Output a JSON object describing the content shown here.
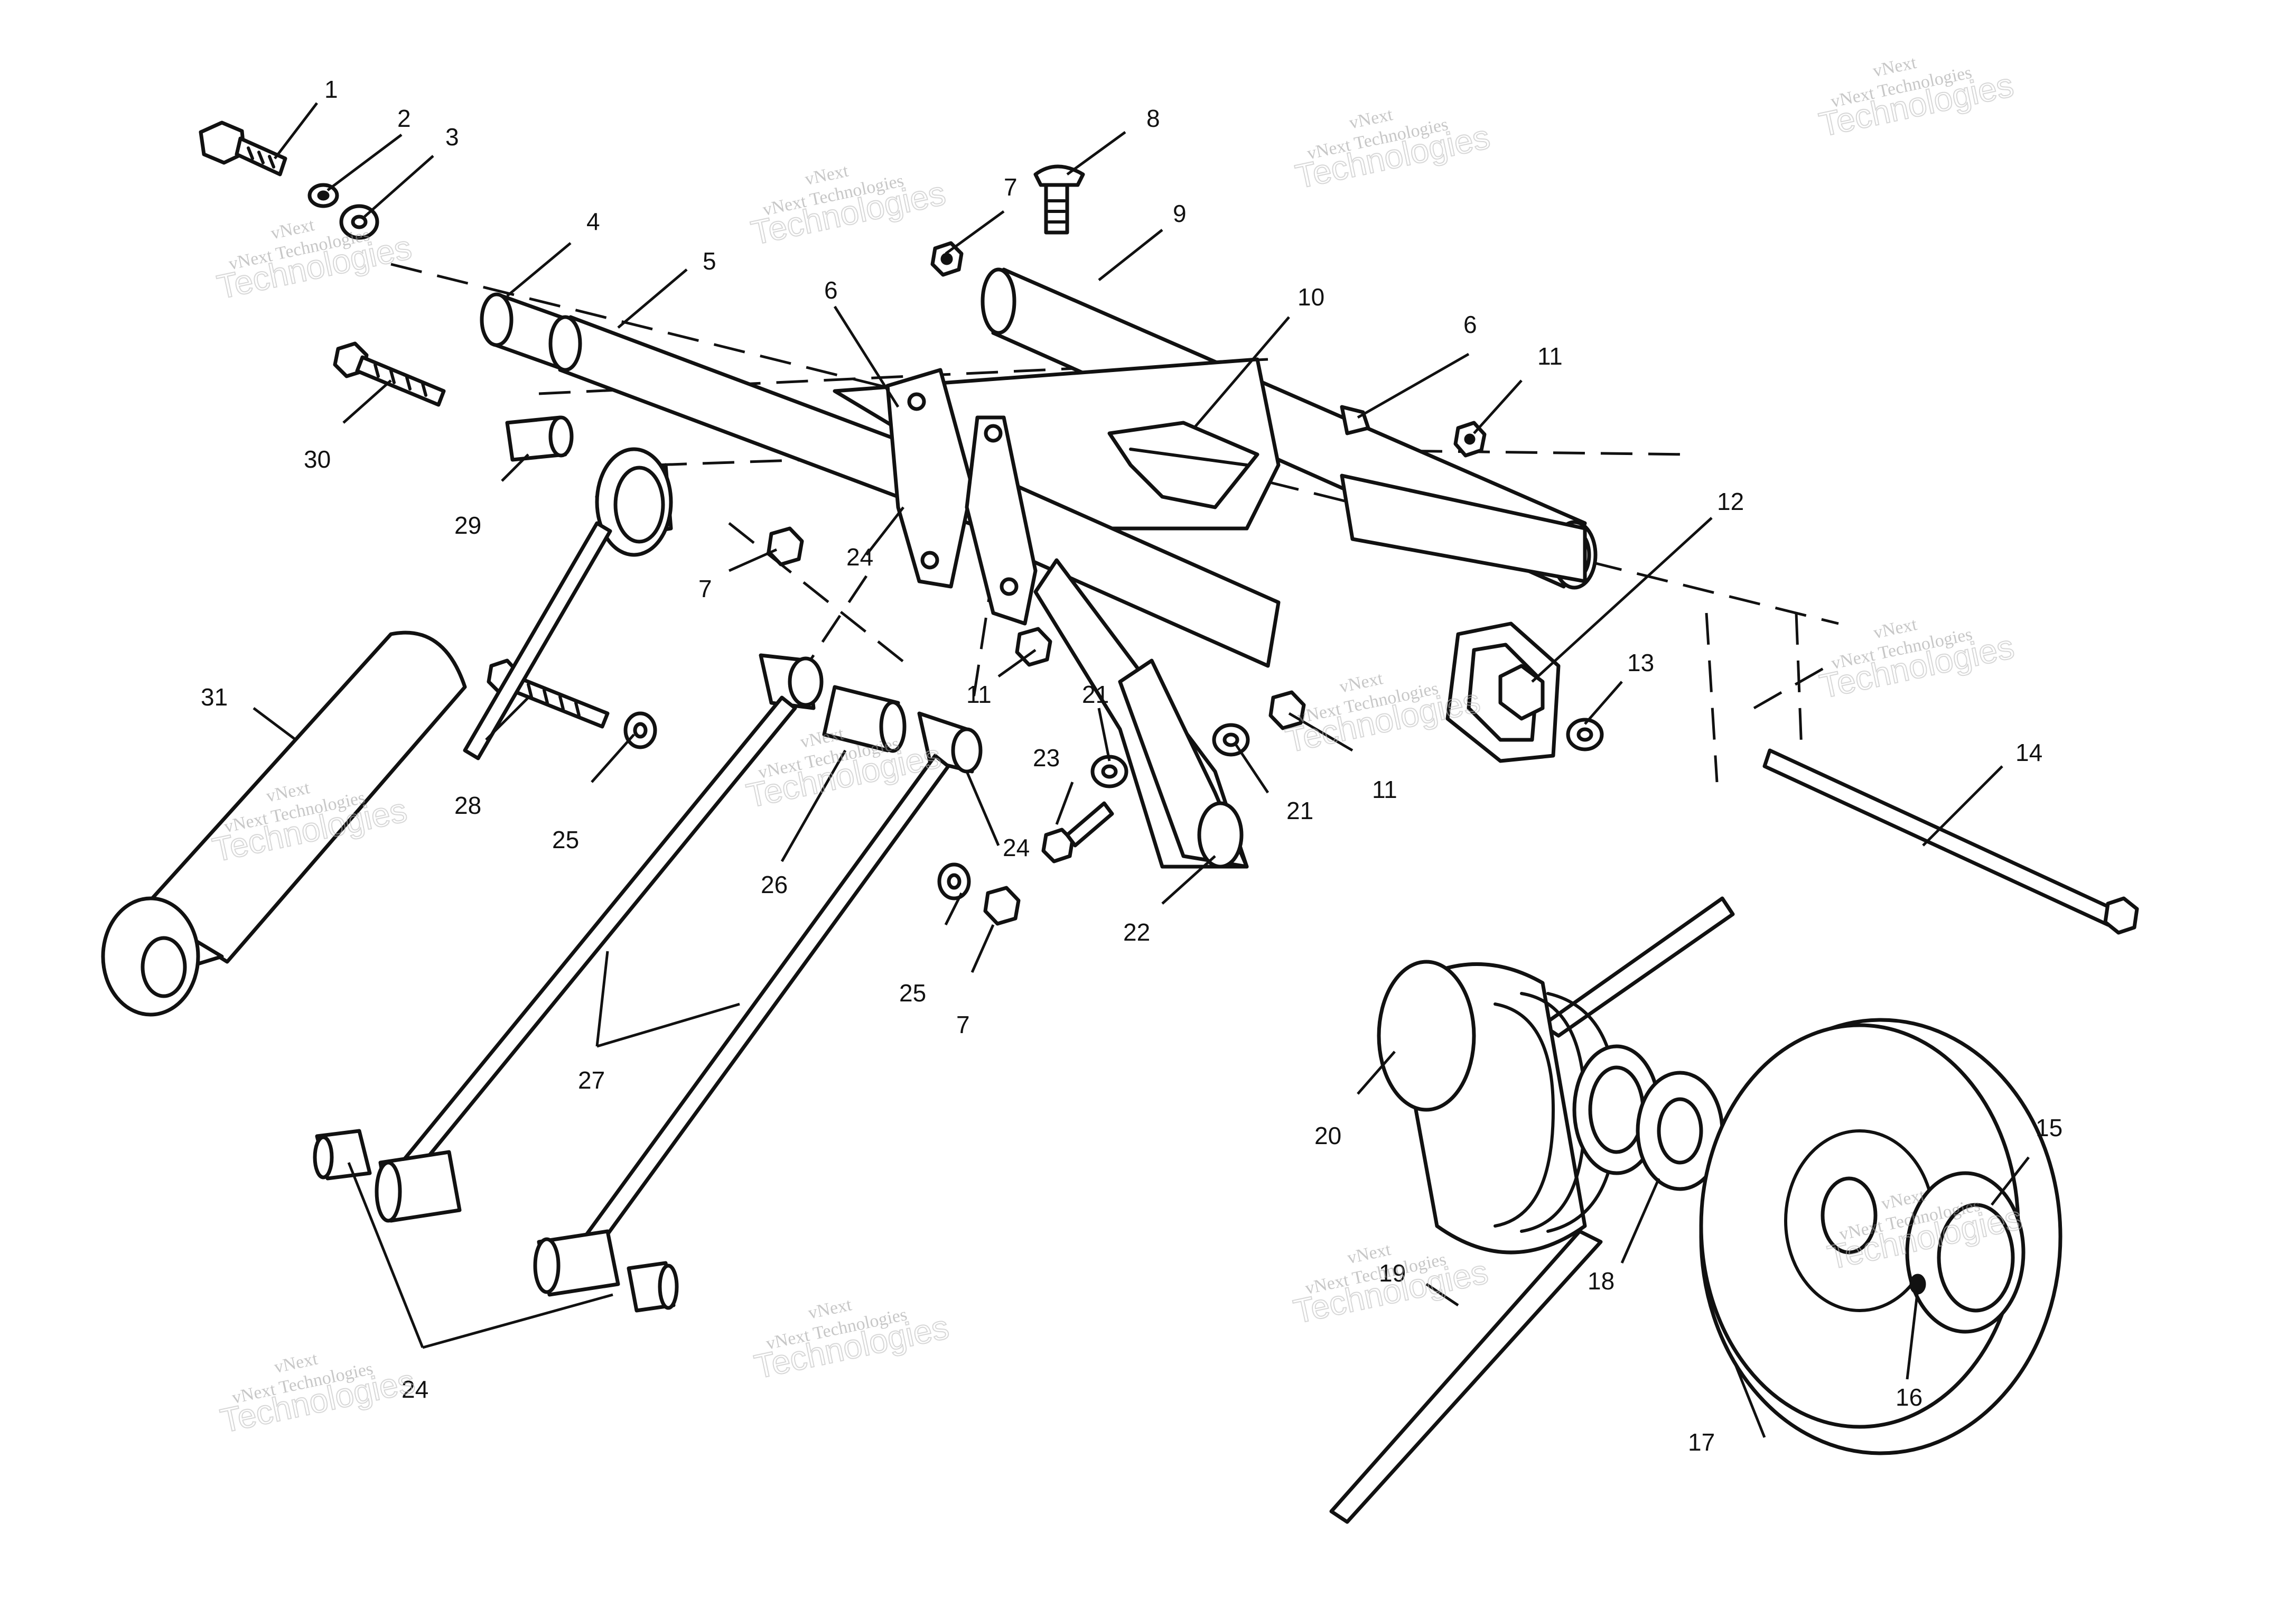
{
  "callouts": {
    "c1": "1",
    "c2": "2",
    "c3": "3",
    "c4": "4",
    "c5": "5",
    "c6a": "6",
    "c6b": "6",
    "c7a": "7",
    "c7b": "7",
    "c7c": "7",
    "c8": "8",
    "c9": "9",
    "c10": "10",
    "c11a": "11",
    "c11b": "11",
    "c11c": "11",
    "c12": "12",
    "c13": "13",
    "c14": "14",
    "c15": "15",
    "c16": "16",
    "c17": "17",
    "c18": "18",
    "c19": "19",
    "c20": "20",
    "c21a": "21",
    "c21b": "21",
    "c22": "22",
    "c23": "23",
    "c24a": "24",
    "c24b": "24",
    "c24c": "24",
    "c25a": "25",
    "c25b": "25",
    "c26": "26",
    "c27": "27",
    "c28": "28",
    "c29": "29",
    "c30": "30",
    "c31": "31"
  },
  "watermark": {
    "line1": "vNext",
    "line2": "vNext Technologies",
    "line3": "Technologies"
  }
}
